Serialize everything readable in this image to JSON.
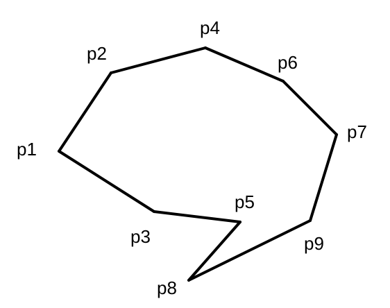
{
  "diagram": {
    "type": "polygon",
    "vertices": [
      {
        "id": "p1",
        "label": "p1"
      },
      {
        "id": "p2",
        "label": "p2"
      },
      {
        "id": "p3",
        "label": "p3"
      },
      {
        "id": "p4",
        "label": "p4"
      },
      {
        "id": "p5",
        "label": "p5"
      },
      {
        "id": "p6",
        "label": "p6"
      },
      {
        "id": "p7",
        "label": "p7"
      },
      {
        "id": "p8",
        "label": "p8"
      },
      {
        "id": "p9",
        "label": "p9"
      }
    ],
    "edges": [
      [
        "p1",
        "p2"
      ],
      [
        "p2",
        "p4"
      ],
      [
        "p4",
        "p6"
      ],
      [
        "p6",
        "p7"
      ],
      [
        "p7",
        "p9"
      ],
      [
        "p9",
        "p8"
      ],
      [
        "p8",
        "p5"
      ],
      [
        "p5",
        "p3"
      ],
      [
        "p3",
        "p1"
      ]
    ],
    "line_color": "#000000"
  }
}
